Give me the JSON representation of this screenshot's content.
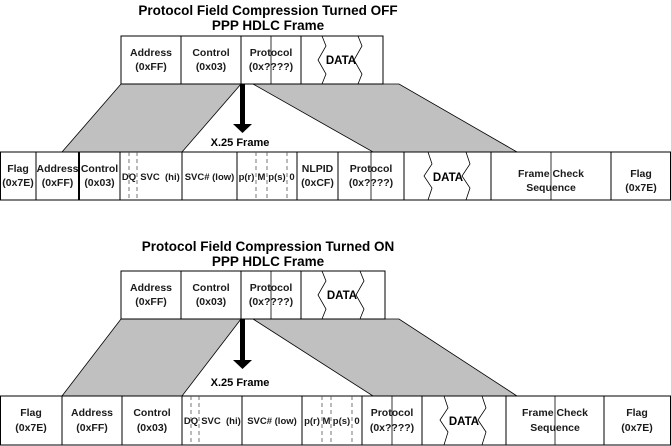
{
  "sections": [
    {
      "title": "Protocol Field Compression Turned OFF",
      "ppp_frame_label": "PPP HDLC Frame",
      "ppp_fields": [
        {
          "line1": "Address",
          "line2": "(0xFF)"
        },
        {
          "line1": "Control",
          "line2": "(0x03)"
        },
        {
          "line1": "Protocol",
          "line2": "(0x????)"
        },
        {
          "line1": "DATA",
          "line2": ""
        }
      ],
      "x25_frame_label": "X.25 Frame",
      "x25_fields": [
        {
          "line1": "Flag",
          "line2": "(0x7E)"
        },
        {
          "line1": "Address",
          "line2": "(0xFF)"
        },
        {
          "line1": "Control",
          "line2": "(0x03)"
        },
        {
          "line1": "DQ",
          "line2": ""
        },
        {
          "line1": "SVC  (hi)",
          "line2": ""
        },
        {
          "line1": "SVC# (low)",
          "line2": ""
        },
        {
          "line1": "p(r)",
          "line2": ""
        },
        {
          "line1": "M",
          "line2": ""
        },
        {
          "line1": "p(s)",
          "line2": ""
        },
        {
          "line1": "0",
          "line2": ""
        },
        {
          "line1": "NLPID",
          "line2": "(0xCF)"
        },
        {
          "line1": "Protocol",
          "line2": "(0x????)"
        },
        {
          "line1": "DATA",
          "line2": ""
        },
        {
          "line1": "Frame Check",
          "line2": "Sequence"
        },
        {
          "line1": "Flag",
          "line2": "(0x7E)"
        }
      ]
    },
    {
      "title": "Protocol Field Compression Turned ON",
      "ppp_frame_label": "PPP HDLC Frame",
      "ppp_fields": [
        {
          "line1": "Address",
          "line2": "(0xFF)"
        },
        {
          "line1": "Control",
          "line2": "(0x03)"
        },
        {
          "line1": "Protocol",
          "line2": "(0x????)"
        },
        {
          "line1": "DATA",
          "line2": ""
        }
      ],
      "x25_frame_label": "X.25 Frame",
      "x25_fields": [
        {
          "line1": "Flag",
          "line2": "(0x7E)"
        },
        {
          "line1": "Address",
          "line2": "(0xFF)"
        },
        {
          "line1": "Control",
          "line2": "(0x03)"
        },
        {
          "line1": "DQ",
          "line2": ""
        },
        {
          "line1": "SVC  (hi)",
          "line2": ""
        },
        {
          "line1": "SVC# (low)",
          "line2": ""
        },
        {
          "line1": "p(r)",
          "line2": ""
        },
        {
          "line1": "M",
          "line2": ""
        },
        {
          "line1": "p(s)",
          "line2": ""
        },
        {
          "line1": "0",
          "line2": ""
        },
        {
          "line1": "Protocol",
          "line2": "(0x????)"
        },
        {
          "line1": "DATA",
          "line2": ""
        },
        {
          "line1": "Frame Check",
          "line2": "Sequence"
        },
        {
          "line1": "Flag",
          "line2": "(0x7E)"
        }
      ]
    }
  ],
  "colors": {
    "mapping_fill": "#c0c0c0",
    "line": "#000000"
  }
}
